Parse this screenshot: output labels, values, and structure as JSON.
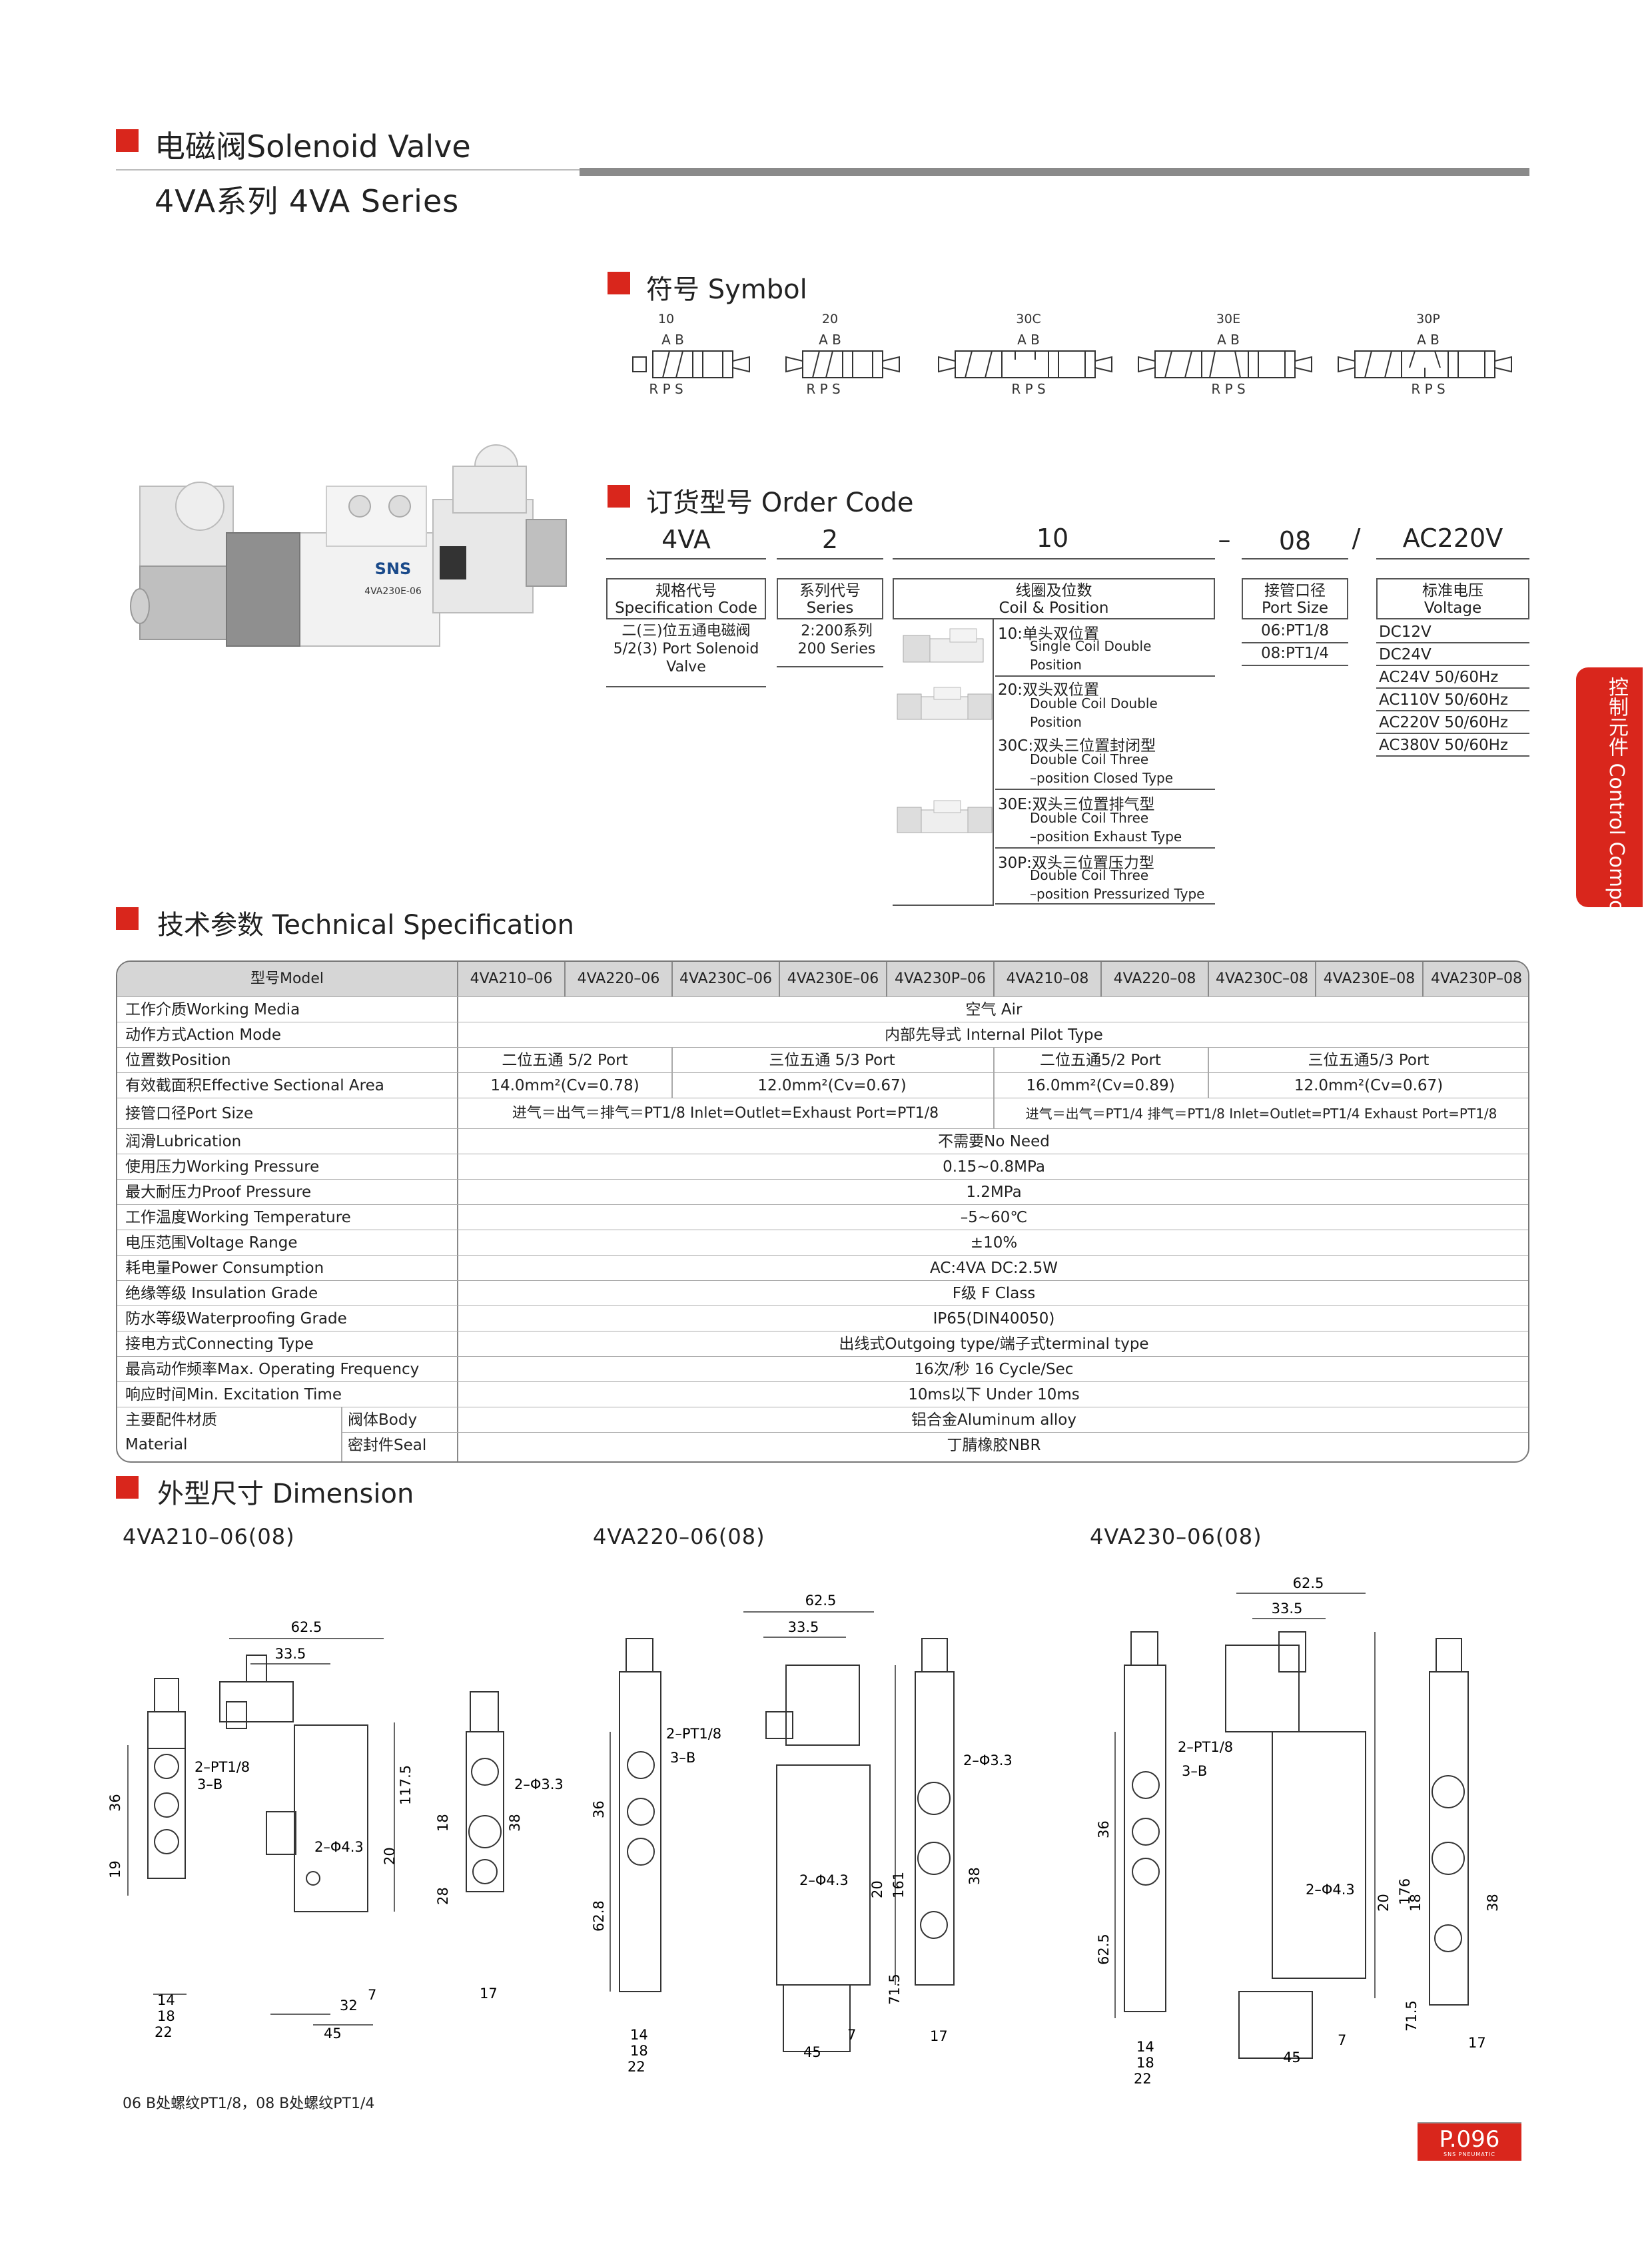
{
  "header": {
    "title": "电磁阀Solenoid Valve",
    "series": "4VA系列 4VA Series"
  },
  "symbol": {
    "heading": "符号 Symbol",
    "items": [
      {
        "code": "10",
        "top": "A B",
        "bottom": "R P S"
      },
      {
        "code": "20",
        "top": "A B",
        "bottom": "R P S"
      },
      {
        "code": "30C",
        "top": "A B",
        "bottom": "R P S"
      },
      {
        "code": "30E",
        "top": "A B",
        "bottom": "R P S"
      },
      {
        "code": "30P",
        "top": "A B",
        "bottom": "R P S"
      }
    ]
  },
  "product": {
    "brand": "SNS",
    "model": "4VA230E-06"
  },
  "order_code": {
    "heading": "订货型号 Order Code",
    "values": {
      "spec": "4VA",
      "series": "2",
      "coil": "10",
      "dash": "–",
      "port": "08",
      "slash": "/",
      "voltage": "AC220V"
    },
    "spec_box": "规格代号\nSpecification Code",
    "spec_desc": "二(三)位五通电磁阀\n5/2(3) Port Solenoid\nValve",
    "series_box": "系列代号\nSeries",
    "series_desc": "2:200系列\n200 Series",
    "coil_box": "线圈及位数\nCoil & Position",
    "positions": [
      {
        "main": "10:单头双位置",
        "sub1": "Single Coil Double",
        "sub2": "Position"
      },
      {
        "main": "20:双头双位置",
        "sub1": "Double Coil Double",
        "sub2": "Position"
      },
      {
        "main": "30C:双头三位置封闭型",
        "sub1": "Double Coil Three",
        "sub2": "–position Closed Type"
      },
      {
        "main": "30E:双头三位置排气型",
        "sub1": "Double Coil Three",
        "sub2": "–position Exhaust Type"
      },
      {
        "main": "30P:双头三位置压力型",
        "sub1": "Double Coil Three",
        "sub2": "–position Pressurized Type"
      }
    ],
    "port_box": "接管口径\nPort Size",
    "ports": [
      "06:PT1/8",
      "08:PT1/4"
    ],
    "voltage_box": "标准电压\nVoltage",
    "voltages": [
      "DC12V",
      "DC24V",
      "AC24V 50/60Hz",
      "AC110V 50/60Hz",
      "AC220V 50/60Hz",
      "AC380V 50/60Hz"
    ]
  },
  "tech": {
    "heading": "技术参数 Technical Specification",
    "model_label": "型号Model",
    "models": [
      "4VA210–06",
      "4VA220–06",
      "4VA230C–06",
      "4VA230E–06",
      "4VA230P–06",
      "4VA210–08",
      "4VA220–08",
      "4VA230C–08",
      "4VA230E–08",
      "4VA230P–08"
    ],
    "rows": {
      "media": {
        "label": "工作介质Working Media",
        "value": "空气 Air"
      },
      "action": {
        "label": "动作方式Action Mode",
        "value": "内部先导式 Internal Pilot Type"
      },
      "position": {
        "label": "位置数Position",
        "v1": "二位五通 5/2 Port",
        "v2": "三位五通 5/3 Port",
        "v3": "二位五通5/2 Port",
        "v4": "三位五通5/3 Port"
      },
      "area": {
        "label": "有效截面积Effective Sectional Area",
        "v1": "14.0mm²(Cv=0.78)",
        "v2": "12.0mm²(Cv=0.67)",
        "v3": "16.0mm²(Cv=0.89)",
        "v4": "12.0mm²(Cv=0.67)"
      },
      "port": {
        "label": "接管口径Port Size",
        "v1": "进气＝出气＝排气＝PT1/8  Inlet=Outlet=Exhaust Port=PT1/8",
        "v2": "进气＝出气＝PT1/4  排气＝PT1/8  Inlet=Outlet=PT1/4 Exhaust  Port=PT1/8"
      },
      "lube": {
        "label": "润滑Lubrication",
        "value": "不需要No Need"
      },
      "pressure": {
        "label": "使用压力Working Pressure",
        "value": "0.15~0.8MPa"
      },
      "proof": {
        "label": "最大耐压力Proof Pressure",
        "value": "1.2MPa"
      },
      "temp": {
        "label": "工作温度Working Temperature",
        "value": "–5~60℃"
      },
      "volt": {
        "label": "电压范围Voltage Range",
        "value": "±10%"
      },
      "power": {
        "label": "耗电量Power Consumption",
        "value": "AC:4VA   DC:2.5W"
      },
      "insul": {
        "label": "绝缘等级 Insulation Grade",
        "value": "F级 F Class"
      },
      "water": {
        "label": "防水等级Waterproofing Grade",
        "value": "IP65(DIN40050)"
      },
      "connect": {
        "label": "接电方式Connecting Type",
        "value": "出线式Outgoing type/端子式terminal type"
      },
      "freq": {
        "label": "最高动作频率Max. Operating  Frequency",
        "value": "16次/秒  16 Cycle/Sec"
      },
      "excite": {
        "label": "响应时间Min. Excitation  Time",
        "value": "10ms以下  Under 10ms"
      },
      "material": {
        "label1": "主要配件材质",
        "label2": "Material",
        "body_label": "阀体Body",
        "body_value": "铝合金Aluminum alloy",
        "seal_label": "密封件Seal",
        "seal_value": "丁腈橡胶NBR"
      }
    }
  },
  "dimension": {
    "heading": "外型尺寸 Dimension",
    "models": [
      "4VA210–06(08)",
      "4VA220–06(08)",
      "4VA230–06(08)"
    ],
    "d1": {
      "w625": "62.5",
      "w335": "33.5",
      "pt": "2–PT1/8",
      "b": "3–B",
      "h36": "36",
      "h19": "19",
      "h1175": "117.5",
      "phi43": "2–Φ4.3",
      "h20": "20",
      "w32": "32",
      "w45": "45",
      "w7": "7",
      "w14": "14",
      "w18": "18",
      "w22": "22",
      "phi33": "2–Φ3.3",
      "h18": "18",
      "h38": "38",
      "h28": "28",
      "w17": "17"
    },
    "d2": {
      "w625": "62.5",
      "w335": "33.5",
      "pt": "2–PT1/8",
      "b": "3–B",
      "h36": "36",
      "h628": "62.8",
      "phi43": "2–Φ4.3",
      "h20": "20",
      "h161": "161",
      "w45": "45",
      "w7": "7",
      "w14": "14",
      "w18": "18",
      "w22": "22",
      "phi33": "2–Φ3.3",
      "h38": "38",
      "h715": "71.5",
      "w17": "17"
    },
    "d3": {
      "w625": "62.5",
      "w335": "33.5",
      "pt": "2–PT1/8",
      "b": "3–B",
      "h36": "36",
      "h625": "62.5",
      "phi43": "2–Φ4.3",
      "h20": "20",
      "h176": "176",
      "w45": "45",
      "w7": "7",
      "w14": "14",
      "w18": "18",
      "w22": "22",
      "h18": "18",
      "h38": "38",
      "h715": "71.5",
      "w17": "17"
    },
    "footnote": "06  B处螺纹PT1/8，08  B处螺纹PT1/4"
  },
  "side_tab": "控制元件 Control Components",
  "page": {
    "number": "P.096",
    "brand": "SNS PNEUMATIC"
  },
  "colors": {
    "accent": "#d9261c",
    "table_header": "#d6d6d6"
  }
}
